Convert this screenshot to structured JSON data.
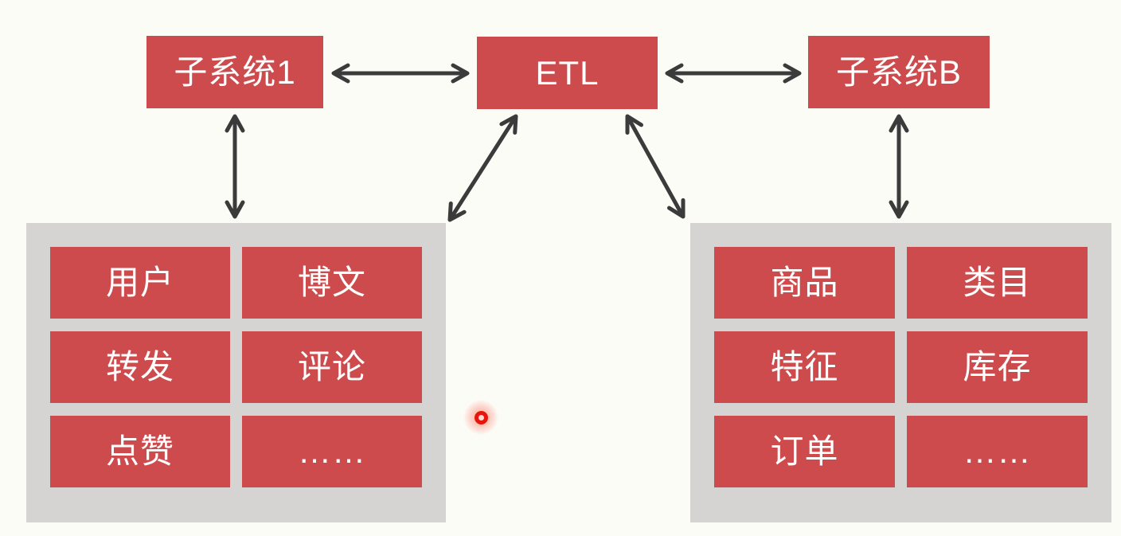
{
  "nodes": {
    "subsystem1": "子系统1",
    "etl": "ETL",
    "subsystemB": "子系统B"
  },
  "left_panel": {
    "items": [
      "用户",
      "博文",
      "转发",
      "评论",
      "点赞",
      "……"
    ]
  },
  "right_panel": {
    "items": [
      "商品",
      "类目",
      "特征",
      "库存",
      "订单",
      "……"
    ]
  },
  "colors": {
    "node_red": "#cd4b4d",
    "panel_gray": "#d5d4d2",
    "background": "#fcfcf7",
    "arrow_dark": "#3b3b3b",
    "label_white": "#ffffff",
    "laser_red": "#e8150b"
  }
}
